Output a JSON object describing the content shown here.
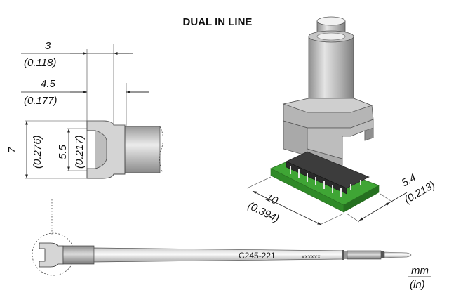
{
  "title": "DUAL IN LINE",
  "dimensions": {
    "width_3": {
      "mm": "3",
      "in": "(0.118)"
    },
    "width_4_5": {
      "mm": "4.5",
      "in": "(0.177)"
    },
    "height_7": {
      "mm": "7",
      "in": "(0.276)"
    },
    "inner_5_5": {
      "mm": "5.5",
      "in": "(0.217)"
    },
    "length_10": {
      "mm": "10",
      "in": "(0.394)"
    },
    "width_5_4": {
      "mm": "5.4",
      "in": "(0.213)"
    }
  },
  "tip": {
    "model": "C245-221",
    "serial": "xxxxxx"
  },
  "units": {
    "primary": "mm",
    "secondary": "(in)"
  },
  "colors": {
    "pcb_green": "#3fa535",
    "chip_dark": "#3c3c3c",
    "metal": "#b7b7b7"
  }
}
